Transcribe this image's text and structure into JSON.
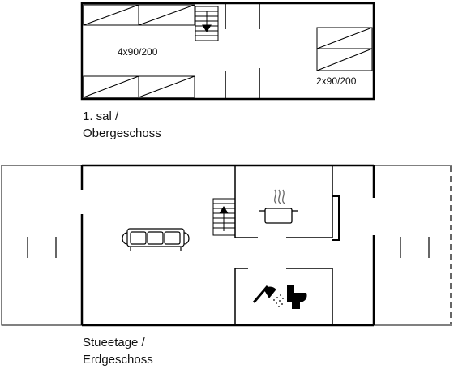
{
  "upper_floor": {
    "label_line1": "1. sal /",
    "label_line2": "Obergeschoss",
    "beds_left": "4x90/200",
    "beds_right": "2x90/200"
  },
  "ground_floor": {
    "label_line1": "Stueetage /",
    "label_line2": "Erdgeschoss"
  },
  "icons": [
    "stairs-down-icon",
    "stairs-up-icon",
    "sofa-icon",
    "cooking-pot-icon",
    "shower-icon",
    "toilet-icon"
  ],
  "colors": {
    "wall": "#000000",
    "line": "#111111",
    "background": "#ffffff"
  }
}
